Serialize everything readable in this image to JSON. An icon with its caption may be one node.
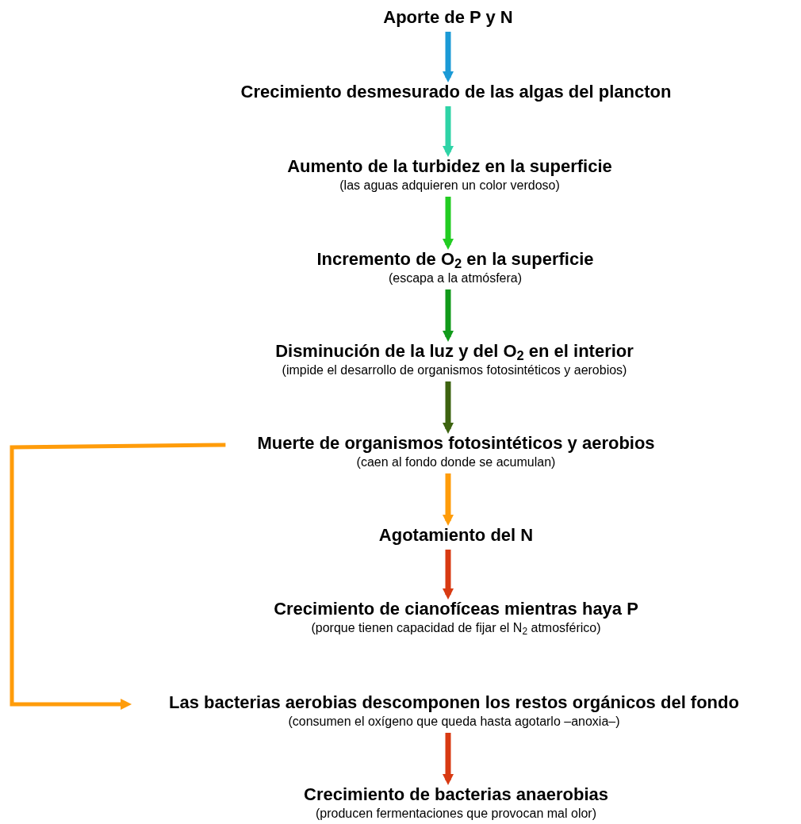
{
  "diagram": {
    "nodes": [
      {
        "text": [
          "Aporte de P y N"
        ]
      },
      {
        "text": [
          "Crecimiento desmesurado de las algas del plancton"
        ]
      },
      {
        "text": [
          "Aumento de la turbidez en la superficie",
          "(las aguas adquieren un color verdoso)"
        ]
      },
      {
        "text": [
          "Incremento de O$_{2}$ en la superficie",
          "(escapa a la atmósfera)"
        ]
      },
      {
        "text": [
          "Disminución de la luz y del O$_{2}$ en el interior",
          "(impide el desarrollo de organismos fotosintéticos y aerobios)"
        ]
      },
      {
        "text": [
          "Muerte de organismos fotosintéticos y aerobios",
          "(caen al fondo donde se acumulan)"
        ]
      },
      {
        "text": [
          "Agotamiento del N"
        ]
      },
      {
        "text": [
          "Crecimiento de cianofíceas mientras haya P",
          "(porque tienen capacidad de fijar el N$_{2}$ atmosférico)"
        ]
      },
      {
        "text": [
          "Las bacterias aerobias descomponen los restos orgánicos del fondo",
          "(consumen el oxígeno que queda hasta agotarlo –anoxia–)"
        ]
      },
      {
        "text": [
          "Crecimiento de bacterias anaerobias",
          "(producen fermentaciones que provocan mal olor)"
        ]
      }
    ],
    "edges": [
      {
        "from": 0,
        "to": 1,
        "arrow": "to",
        "color": "#1b9ad6"
      },
      {
        "from": 1,
        "to": 2,
        "arrow": "to",
        "color": "#2ed3a6"
      },
      {
        "from": 2,
        "to": 3,
        "arrow": "to",
        "color": "#22cc22"
      },
      {
        "from": 3,
        "to": 4,
        "arrow": "to",
        "color": "#119a1a"
      },
      {
        "from": 4,
        "to": 5,
        "arrow": "to",
        "color": "#3d6310"
      },
      {
        "from": 5,
        "to": 6,
        "arrow": "to",
        "color": "#ff9c0a"
      },
      {
        "from": 6,
        "to": 7,
        "arrow": "to",
        "color": "#d83a12"
      },
      {
        "from": 5,
        "to": 8,
        "arrow": "to",
        "color": "#ff9c0a"
      },
      {
        "from": 8,
        "to": 9,
        "arrow": "to",
        "color": "#d83a12"
      }
    ]
  }
}
